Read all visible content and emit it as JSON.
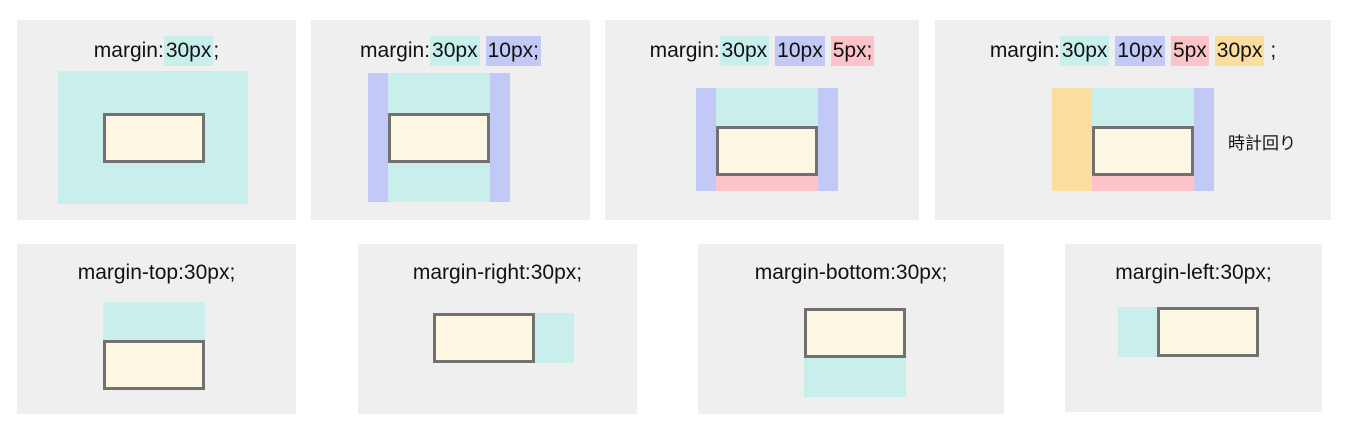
{
  "colors": {
    "panel_bg": "#efefef",
    "top_margin": "#c9efed",
    "right_margin": "#c3c9f6",
    "bottom_margin": "#fcc4c8",
    "left_margin": "#fbdda0",
    "element_fill": "#fef7e4",
    "element_border": "#737070"
  },
  "shorthand": {
    "one_value": {
      "prefix": "margin:",
      "values": [
        "30px"
      ],
      "suffix": ";"
    },
    "two_values": {
      "prefix": "margin:",
      "values": [
        "30px",
        "10px;"
      ]
    },
    "three_values": {
      "prefix": "margin:",
      "values": [
        "30px",
        "10px",
        "5px;"
      ]
    },
    "four_values": {
      "prefix": "margin:",
      "values": [
        "30px",
        "10px",
        "5px",
        "30px"
      ],
      "suffix": ";",
      "note": "時計回り"
    }
  },
  "individual": {
    "top": "margin-top:30px;",
    "right": "margin-right:30px;",
    "bottom": "margin-bottom:30px;",
    "left": "margin-left:30px;"
  }
}
